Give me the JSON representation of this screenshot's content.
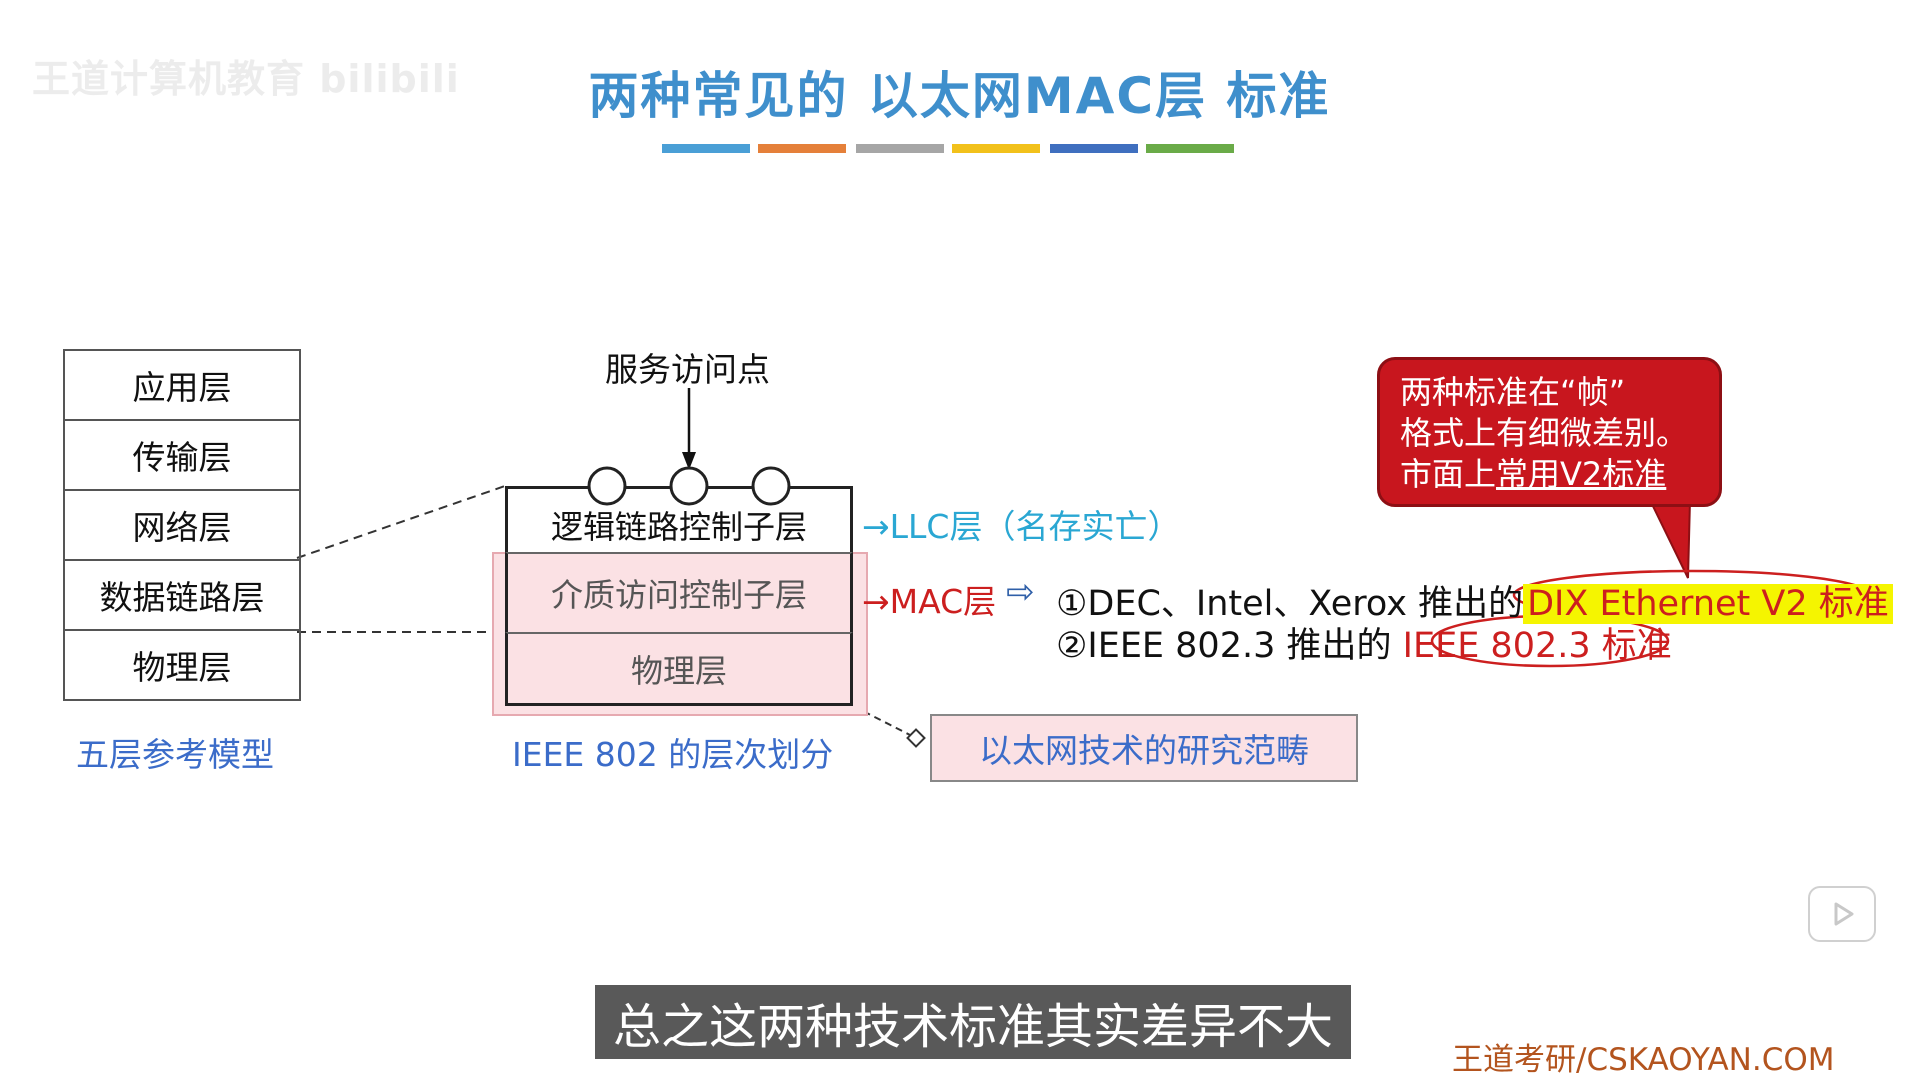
{
  "watermark": "王道计算机教育 bilibili",
  "title": "两种常见的 以太网MAC层 标准",
  "title_bar_colors": [
    "#4a9fd6",
    "#e5803a",
    "#a6a6a6",
    "#f2c11b",
    "#3f6fbf",
    "#6aab48"
  ],
  "five_layer_model": {
    "layers": [
      "应用层",
      "传输层",
      "网络层",
      "数据链路层",
      "物理层"
    ],
    "caption": "五层参考模型"
  },
  "ieee802": {
    "service_access_point": "服务访问点",
    "llc_sublayer": "逻辑链路控制子层",
    "mac_sublayer": "介质访问控制子层",
    "physical_layer": "物理层",
    "caption": "IEEE 802 的层次划分"
  },
  "llc_label": "→LLC层（名存实亡）",
  "mac_label": "→MAC层",
  "standards": {
    "arrow": "⇨",
    "line1_prefix": "①DEC、Intel、Xerox 推出的",
    "line1_highlight": "DIX Ethernet V2 标准",
    "line2_prefix": "②IEEE 802.3 推出的",
    "line2_highlight": "IEEE 802.3 标准"
  },
  "research_scope": "以太网技术的研究范畴",
  "callout": {
    "line1": "两种标准在“帧”",
    "line2": "格式上有细微差别。",
    "line3_prefix": "市面上",
    "line3_underlined": "常用V2标准"
  },
  "subtitle": "总之这两种技术标准其实差异不大",
  "brand": "王道考研/CSKAOYAN.COM",
  "colors": {
    "title": "#3f8fcc",
    "caption_blue": "#3b6cc9",
    "llc_cyan": "#2aa7d3",
    "mac_red": "#cc1f1f",
    "callout_red": "#c8161e",
    "highlight_yellow": "#f5f500"
  }
}
